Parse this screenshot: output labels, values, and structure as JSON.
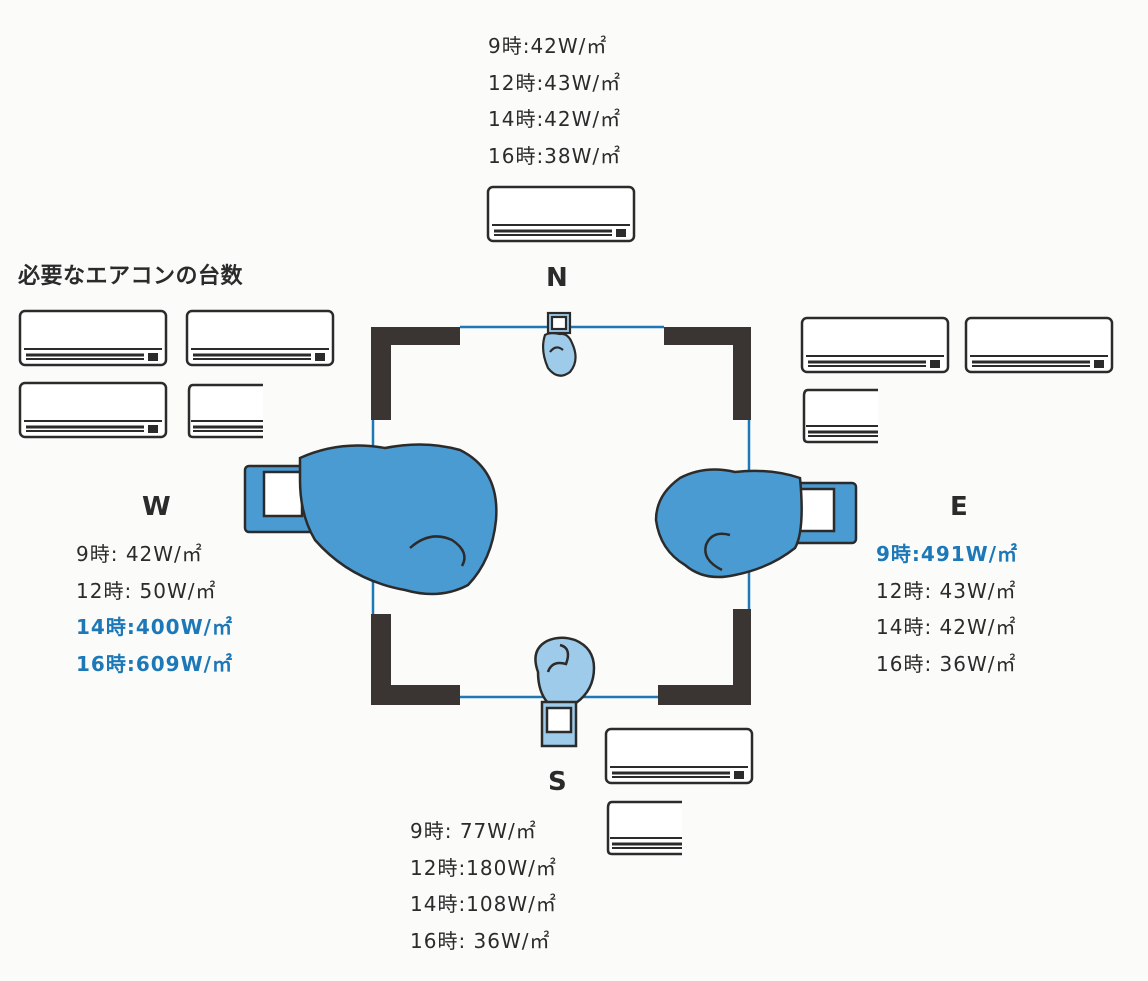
{
  "title": "必要なエアコンの台数",
  "colors": {
    "highlight": "#1d78b8",
    "glove_dark": "#4b9bd3",
    "glove_light": "#9fcbea",
    "wall": "#3a3533",
    "window_line": "#1d78b8"
  },
  "directions": {
    "north": {
      "label": "N",
      "ac_units": 1,
      "loads": [
        {
          "text": "9時:42W/㎡",
          "highlight": false
        },
        {
          "text": "12時:43W/㎡",
          "highlight": false
        },
        {
          "text": "14時:42W/㎡",
          "highlight": false
        },
        {
          "text": "16時:38W/㎡",
          "highlight": false
        }
      ]
    },
    "west": {
      "label": "W",
      "ac_units": 3.5,
      "loads": [
        {
          "text": "9時: 42W/㎡",
          "highlight": false
        },
        {
          "text": "12時: 50W/㎡",
          "highlight": false
        },
        {
          "text": "14時:400W/㎡",
          "highlight": true
        },
        {
          "text": "16時:609W/㎡",
          "highlight": true
        }
      ]
    },
    "east": {
      "label": "E",
      "ac_units": 2.5,
      "loads": [
        {
          "text": "9時:491W/㎡",
          "highlight": true
        },
        {
          "text": "12時: 43W/㎡",
          "highlight": false
        },
        {
          "text": "14時: 42W/㎡",
          "highlight": false
        },
        {
          "text": "16時: 36W/㎡",
          "highlight": false
        }
      ]
    },
    "south": {
      "label": "S",
      "ac_units": 1.5,
      "loads": [
        {
          "text": "9時: 77W/㎡",
          "highlight": false
        },
        {
          "text": "12時:180W/㎡",
          "highlight": false
        },
        {
          "text": "14時:108W/㎡",
          "highlight": false
        },
        {
          "text": "16時: 36W/㎡",
          "highlight": false
        }
      ]
    }
  },
  "icons": {
    "air_conditioner": "air-conditioner-icon",
    "boxing_glove": "boxing-glove-icon"
  }
}
